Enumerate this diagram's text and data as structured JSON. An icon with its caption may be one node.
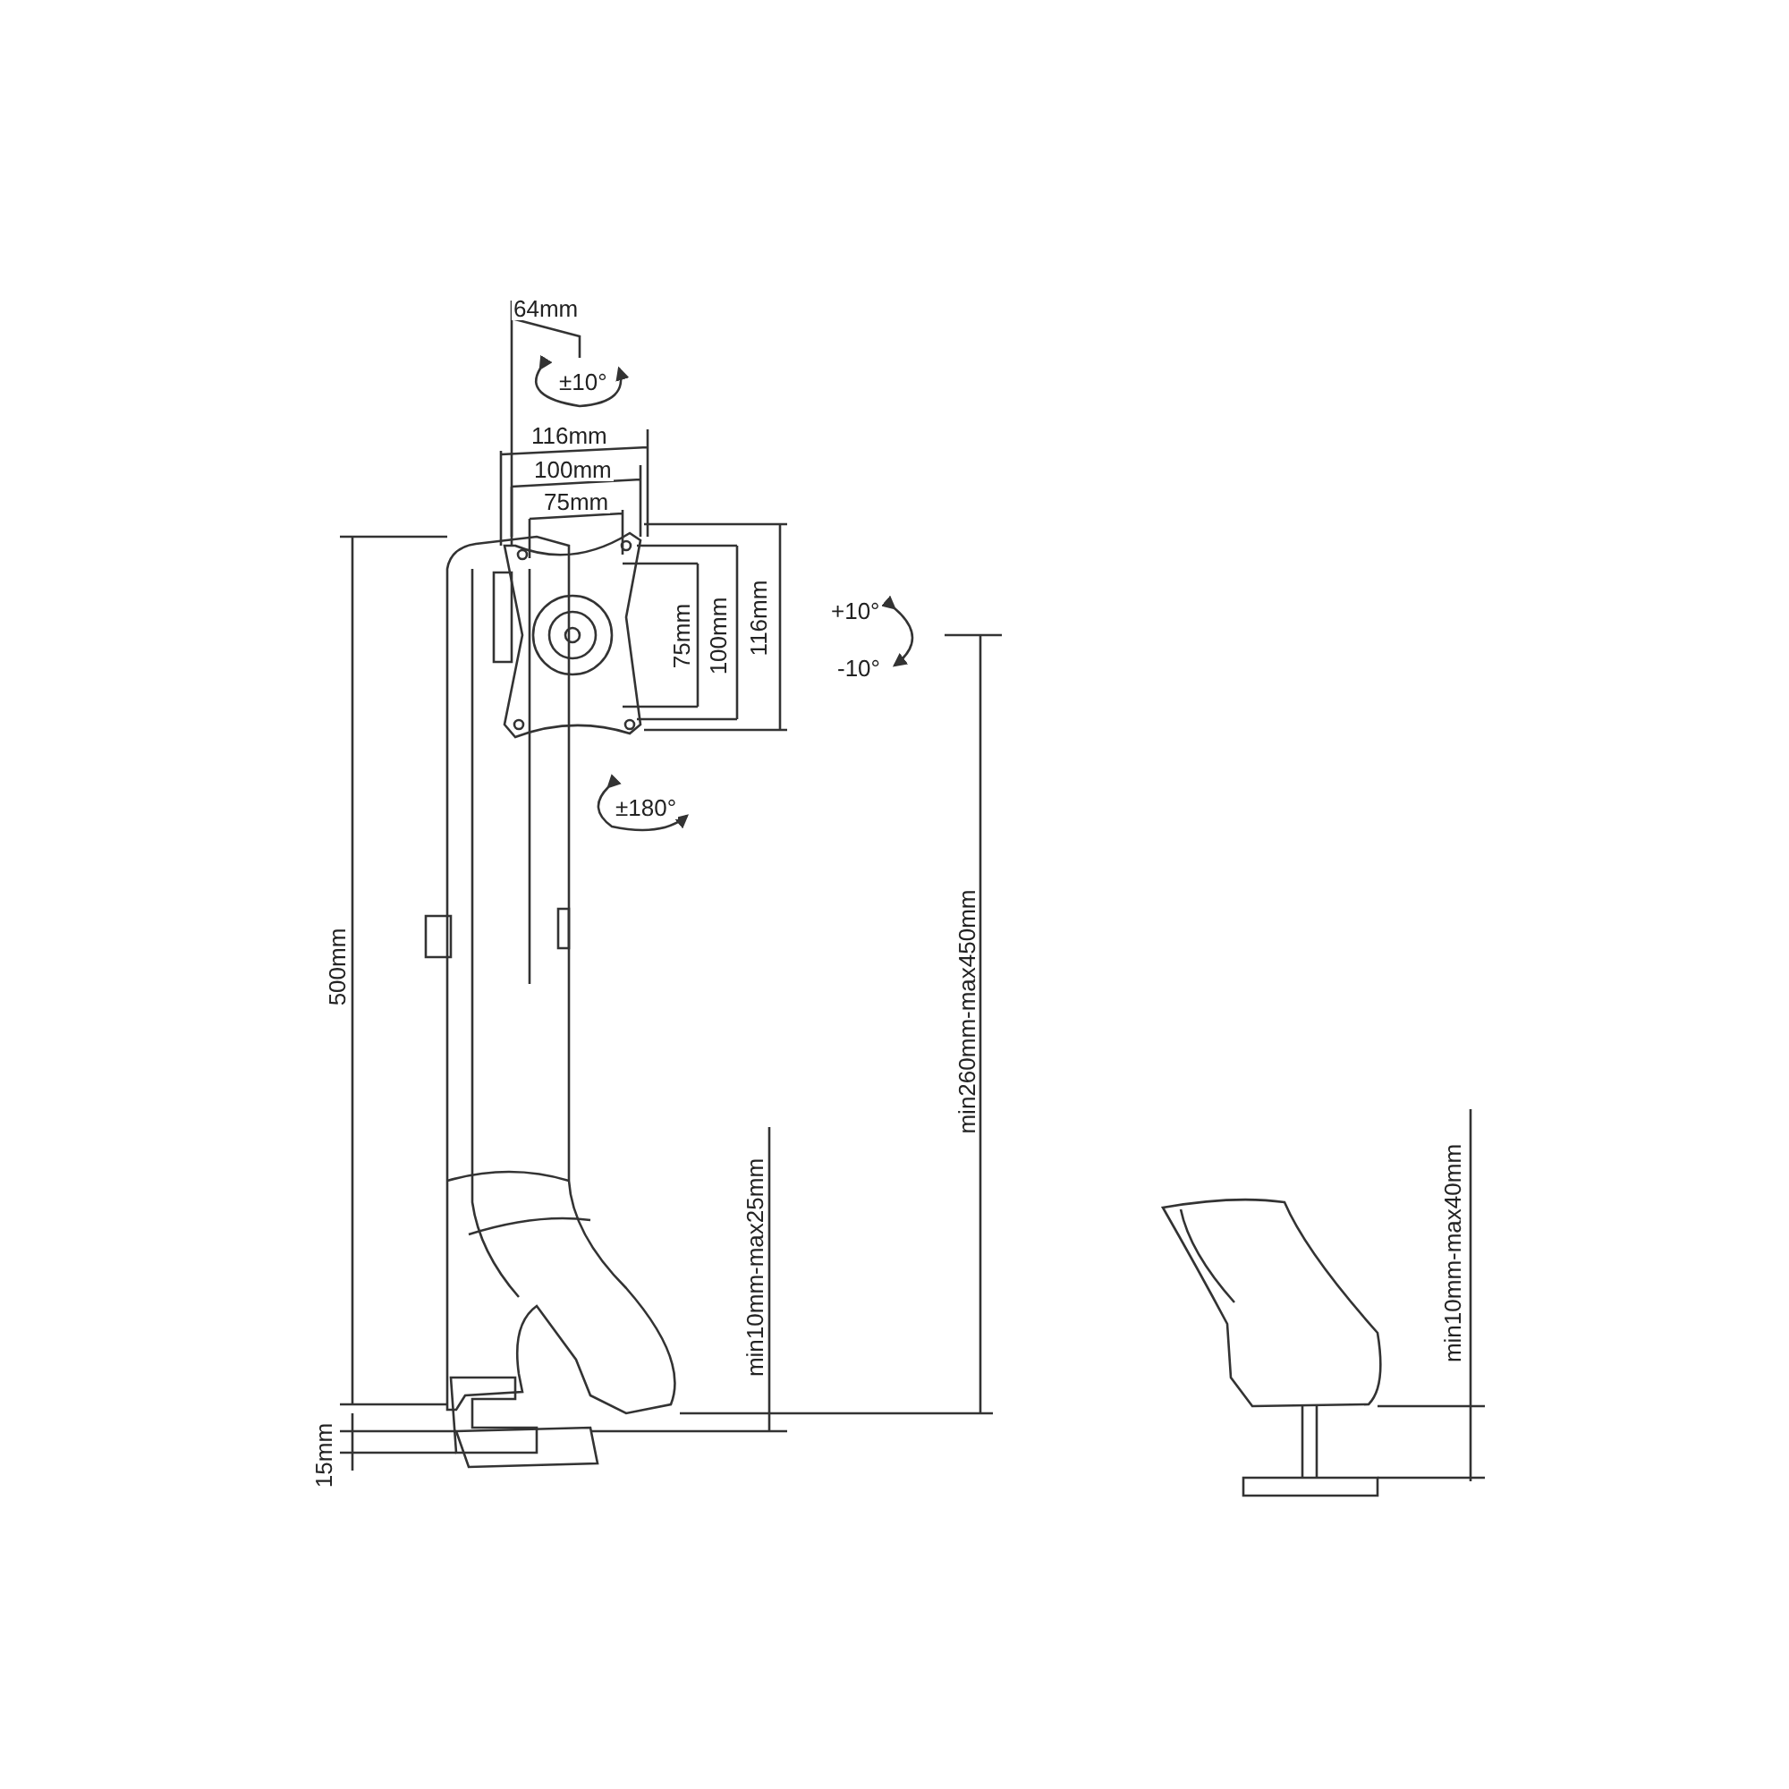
{
  "diagram": {
    "labels": [
      "64mm",
      "±10°",
      "116mm",
      "100mm",
      "75mm",
      "75mm",
      "100mm",
      "116mm",
      "+10°",
      "-10°",
      "±180°",
      "500mm",
      "min260mm-max450mm",
      "min10mm-max25mm",
      "15mm",
      "min10mm-max40mm"
    ]
  }
}
